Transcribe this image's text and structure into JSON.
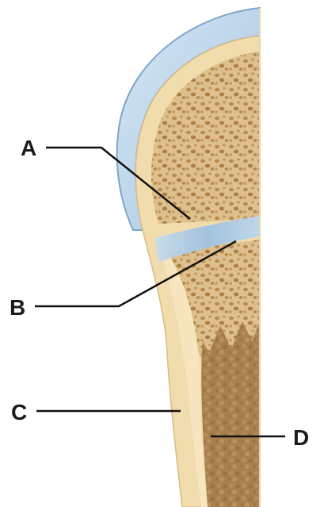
{
  "labels": {
    "a": "A",
    "b": "B",
    "c": "C",
    "d": "D"
  },
  "colors": {
    "cartilage": "#b9d3ea",
    "cartilage_edge": "#7fa5cc",
    "bone_outer": "#e9cf9c",
    "bone_cortex": "#f1dcae",
    "spongy": "#d8b985",
    "spongy_holes": "#b88b4e",
    "marrow": "#a9804c",
    "epiphyseal_plate": "#a9c8e4",
    "leader_line": "#111111"
  }
}
